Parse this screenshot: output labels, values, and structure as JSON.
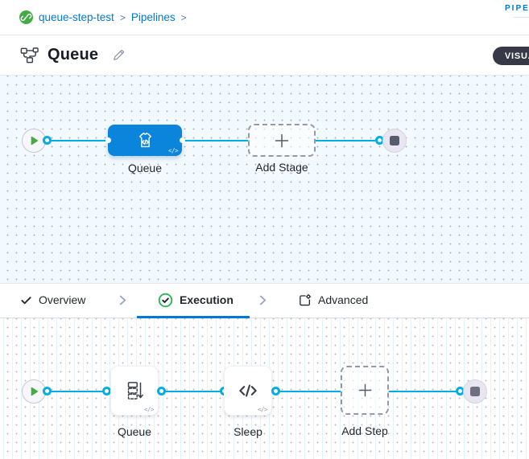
{
  "palette": {
    "primary_blue": "#0278d5",
    "connector_blue": "#00ade4",
    "success_green": "#42ab45",
    "dark_slate": "#383946",
    "stage_node_blue": "#0b85dc",
    "canvas_top_tint": "#f3fafd",
    "label_dark": "#22272d",
    "dashed_border": "#9597ad",
    "end_node_fill": "#e9e6f1"
  },
  "breadcrumb": {
    "project": "queue-step-test",
    "separator": ">",
    "section": "Pipelines"
  },
  "ribbon": {
    "label": "PIPELINE STUDIO"
  },
  "header": {
    "title": "Queue",
    "mode_toggle": "VISUAL"
  },
  "stage_flow": {
    "code_badge": "</>",
    "nodes": [
      {
        "type": "start"
      },
      {
        "type": "stage",
        "label": "Queue"
      },
      {
        "type": "add-stage",
        "label": "Add Stage"
      },
      {
        "type": "end"
      }
    ]
  },
  "tabs": [
    {
      "label": "Overview",
      "state": "done"
    },
    {
      "label": "Execution",
      "state": "active"
    },
    {
      "label": "Advanced",
      "state": "default"
    }
  ],
  "execution_flow": {
    "code_badge": "</>",
    "nodes": [
      {
        "type": "start"
      },
      {
        "type": "step",
        "label": "Queue"
      },
      {
        "type": "step",
        "label": "Sleep"
      },
      {
        "type": "add-step",
        "label": "Add Step"
      },
      {
        "type": "end"
      }
    ]
  }
}
